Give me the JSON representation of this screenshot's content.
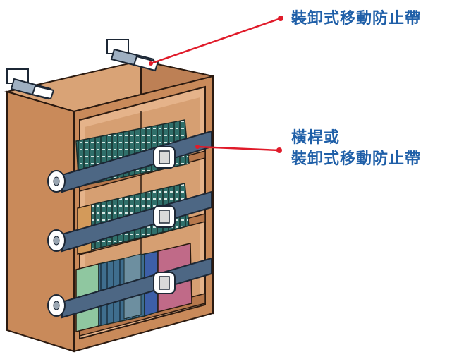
{
  "labels": {
    "top_strap": "裝卸式移動防止帶",
    "middle_line1": "橫桿或",
    "middle_line2": "裝卸式移動防止帶"
  },
  "colors": {
    "label_text": "#1f5fa8",
    "callout_line": "#e01b2a",
    "cabinet_wood": "#c98a5a",
    "strap": "#4d6784"
  }
}
